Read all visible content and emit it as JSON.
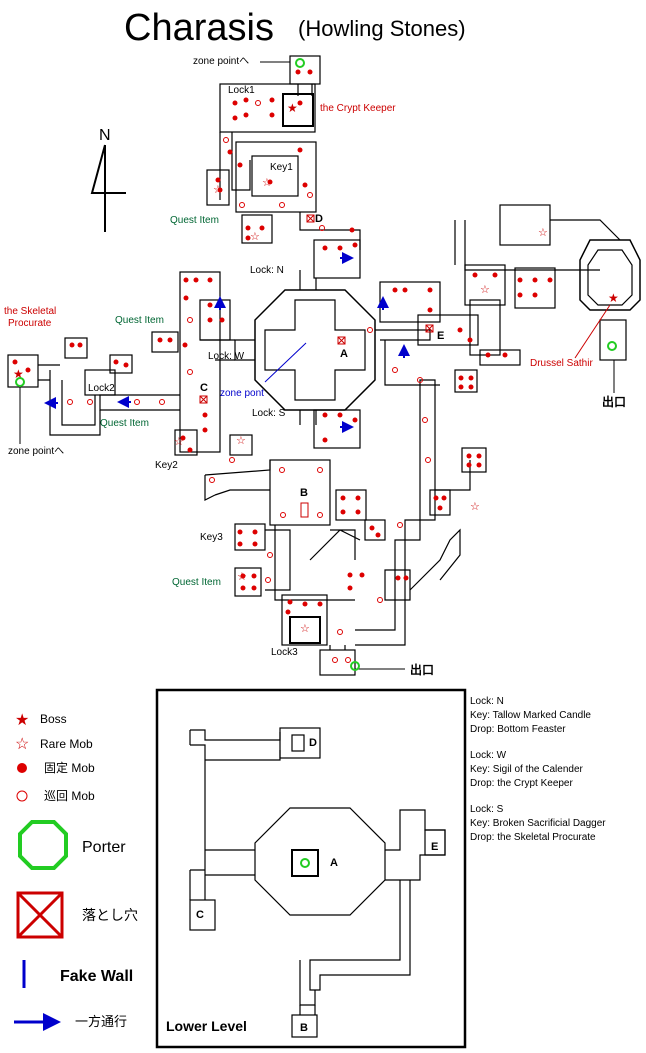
{
  "title": {
    "main": "Charasis",
    "sub": "(Howling Stones)"
  },
  "compass": {
    "letter": "N"
  },
  "zones": {
    "A": "A",
    "B": "B",
    "C": "C",
    "D": "D",
    "E": "E"
  },
  "labels": {
    "zone_point_top": "zone pointへ",
    "zone_point_left": "zone pointへ",
    "zone_pont": "zone pont",
    "exit_right": "出口",
    "exit_bottom": "出口",
    "lock1": "Lock1",
    "lock2": "Lock2",
    "lock3": "Lock3",
    "lock_n": "Lock: N",
    "lock_w": "Lock: W",
    "lock_s": "Lock: S",
    "key1": "Key1",
    "key2": "Key2",
    "key3": "Key3",
    "crypt_keeper": "the Crypt Keeper",
    "skeletal_procurate_1": "the Skeletal",
    "skeletal_procurate_2": "Procurate",
    "drussel_sathir": "Drussel Sathir",
    "quest_item": "Quest Item"
  },
  "legend": {
    "boss": "Boss",
    "rare_mob": "Rare Mob",
    "fixed_mob": "固定 Mob",
    "roaming_mob": "巡回 Mob",
    "porter": "Porter",
    "trapdoor": "落とし穴",
    "fake_wall": "Fake Wall",
    "one_way": "一方通行"
  },
  "lower_level": {
    "title": "Lower Level"
  },
  "notes": [
    {
      "lock": "Lock: N",
      "key": "Key: Tallow Marked Candle",
      "drop": "Drop: Bottom Feaster"
    },
    {
      "lock": "Lock: W",
      "key": "Key: Sigil of the Calender",
      "drop": "Drop: the Crypt Keeper"
    },
    {
      "lock": "Lock: S",
      "key": "Key: Broken Sacrificial Dagger",
      "drop": "Drop: the Skeletal Procurate"
    }
  ],
  "colors": {
    "boss": "#cc0000",
    "quest": "#006633",
    "porter": "#22cc22",
    "one_way": "#0000cc",
    "wall": "#000000"
  }
}
